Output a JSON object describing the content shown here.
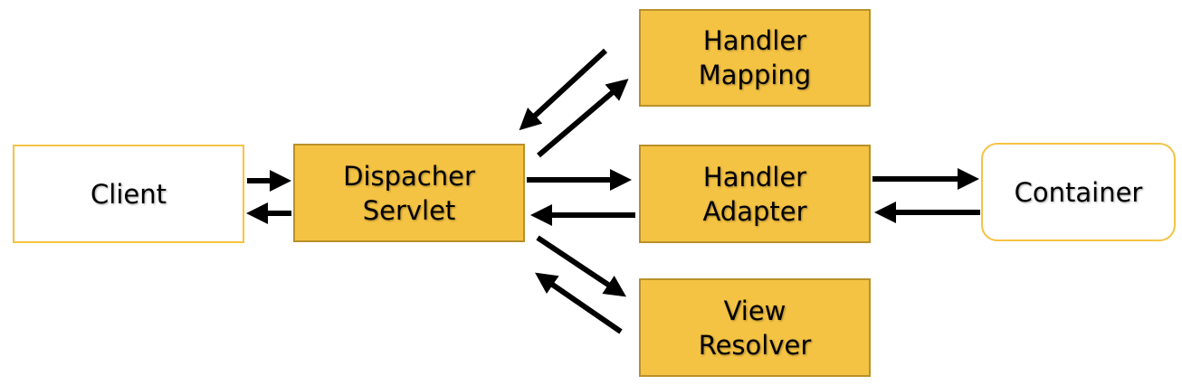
{
  "colors": {
    "fill": "#f5c343",
    "fill_border": "#b9912a",
    "outline_border": "#f5c343",
    "arrow": "#000000"
  },
  "nodes": {
    "client": {
      "lines": [
        "Client"
      ]
    },
    "dispatcher": {
      "lines": [
        "Dispacher",
        "Servlet"
      ]
    },
    "handler_mapping": {
      "lines": [
        "Handler",
        "Mapping"
      ]
    },
    "handler_adapter": {
      "lines": [
        "Handler",
        "Adapter"
      ]
    },
    "view_resolver": {
      "lines": [
        "View",
        "Resolver"
      ]
    },
    "container": {
      "lines": [
        "Container"
      ]
    }
  }
}
